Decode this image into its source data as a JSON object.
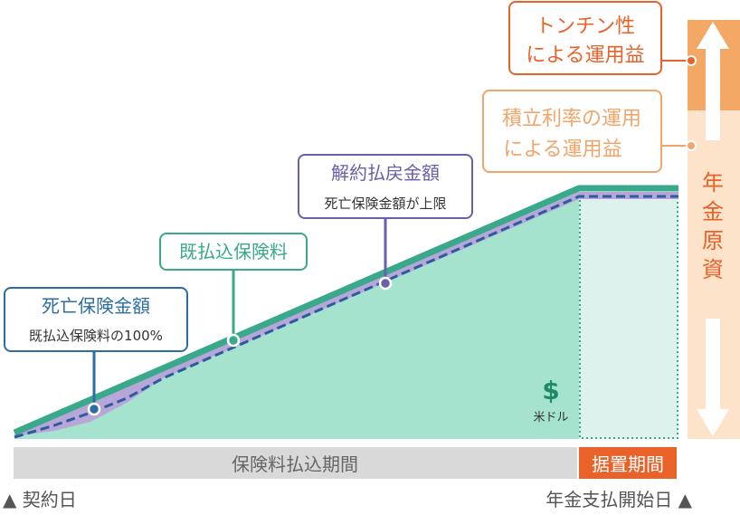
{
  "labels": {
    "tontine_line1": "トンチン性",
    "tontine_line2": "による運用益",
    "accum_line1": "積立利率の運用",
    "accum_line2": "による運用益",
    "pension_c1": "年",
    "pension_c2": "金",
    "pension_c3": "原",
    "pension_c4": "資",
    "surrender_title": "解約払戻金額",
    "surrender_sub": "死亡保険金額が上限",
    "paid_premium": "既払込保険料",
    "death_title": "死亡保険金額",
    "death_sub": "既払込保険料の100%",
    "usd_symbol": "$",
    "usd_label": "米ドル",
    "payment_period": "保険料払込期間",
    "deferment_period": "据置期間",
    "contract_date": "▲ 契約日",
    "pension_start": "年金支払開始日 ▲"
  },
  "colors": {
    "premium_fill": "#a6e3cf",
    "premium_line": "#3aa88a",
    "surrender_line": "#2e5aa0",
    "surrender_band": "#b7a6d8",
    "death_blue": "#2c6ea3",
    "purple": "#6a5fa8",
    "teal_box": "#3aa88a",
    "orange_dark": "#e8622a",
    "orange_light": "#f2a56a",
    "orange_pale": "#fde3c9",
    "period_gray": "#d8d8d8",
    "period_orange": "#e8622a"
  }
}
